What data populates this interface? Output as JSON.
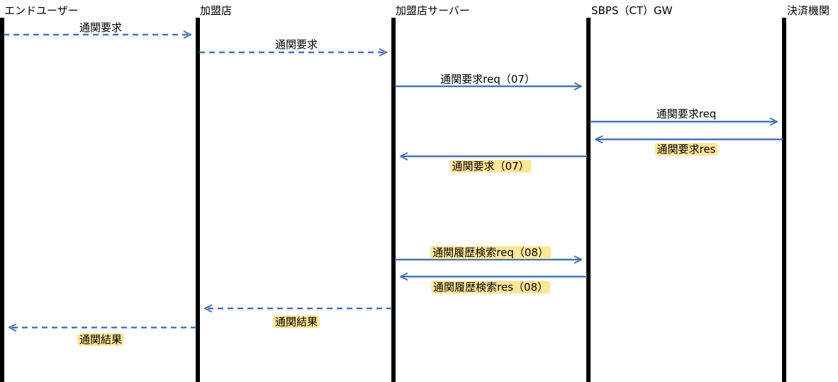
{
  "actors": [
    {
      "name": "エンドユーザー"
    },
    {
      "name": "加盟店"
    },
    {
      "name": "加盟店サーバー"
    },
    {
      "name": "SBPS（CT）GW"
    },
    {
      "name": "決済機関"
    }
  ],
  "colors": {
    "arrow": "#4a74b4",
    "lifeline": "#000000",
    "highlight": "#ffe699"
  },
  "messages": [
    {
      "label": "通関要求",
      "from": 0,
      "to": 1,
      "style": "dashed",
      "highlight": false
    },
    {
      "label": "通関要求",
      "from": 1,
      "to": 2,
      "style": "dashed",
      "highlight": false
    },
    {
      "label": "通関要求req（07）",
      "from": 2,
      "to": 3,
      "style": "solid",
      "highlight": false
    },
    {
      "label": "通関要求req",
      "from": 3,
      "to": 4,
      "style": "solid",
      "highlight": false
    },
    {
      "label": "通関要求res",
      "from": 4,
      "to": 3,
      "style": "solid",
      "highlight": true
    },
    {
      "label": "通関要求（07）",
      "from": 3,
      "to": 2,
      "style": "solid",
      "highlight": true
    },
    {
      "label": "通関履歴検索req（08）",
      "from": 2,
      "to": 3,
      "style": "solid",
      "highlight": true
    },
    {
      "label": "通関履歴検索res（08）",
      "from": 3,
      "to": 2,
      "style": "solid",
      "highlight": true
    },
    {
      "label": "通関結果",
      "from": 2,
      "to": 1,
      "style": "dashed",
      "highlight": true
    },
    {
      "label": "通関結果",
      "from": 1,
      "to": 0,
      "style": "dashed",
      "highlight": true
    }
  ]
}
